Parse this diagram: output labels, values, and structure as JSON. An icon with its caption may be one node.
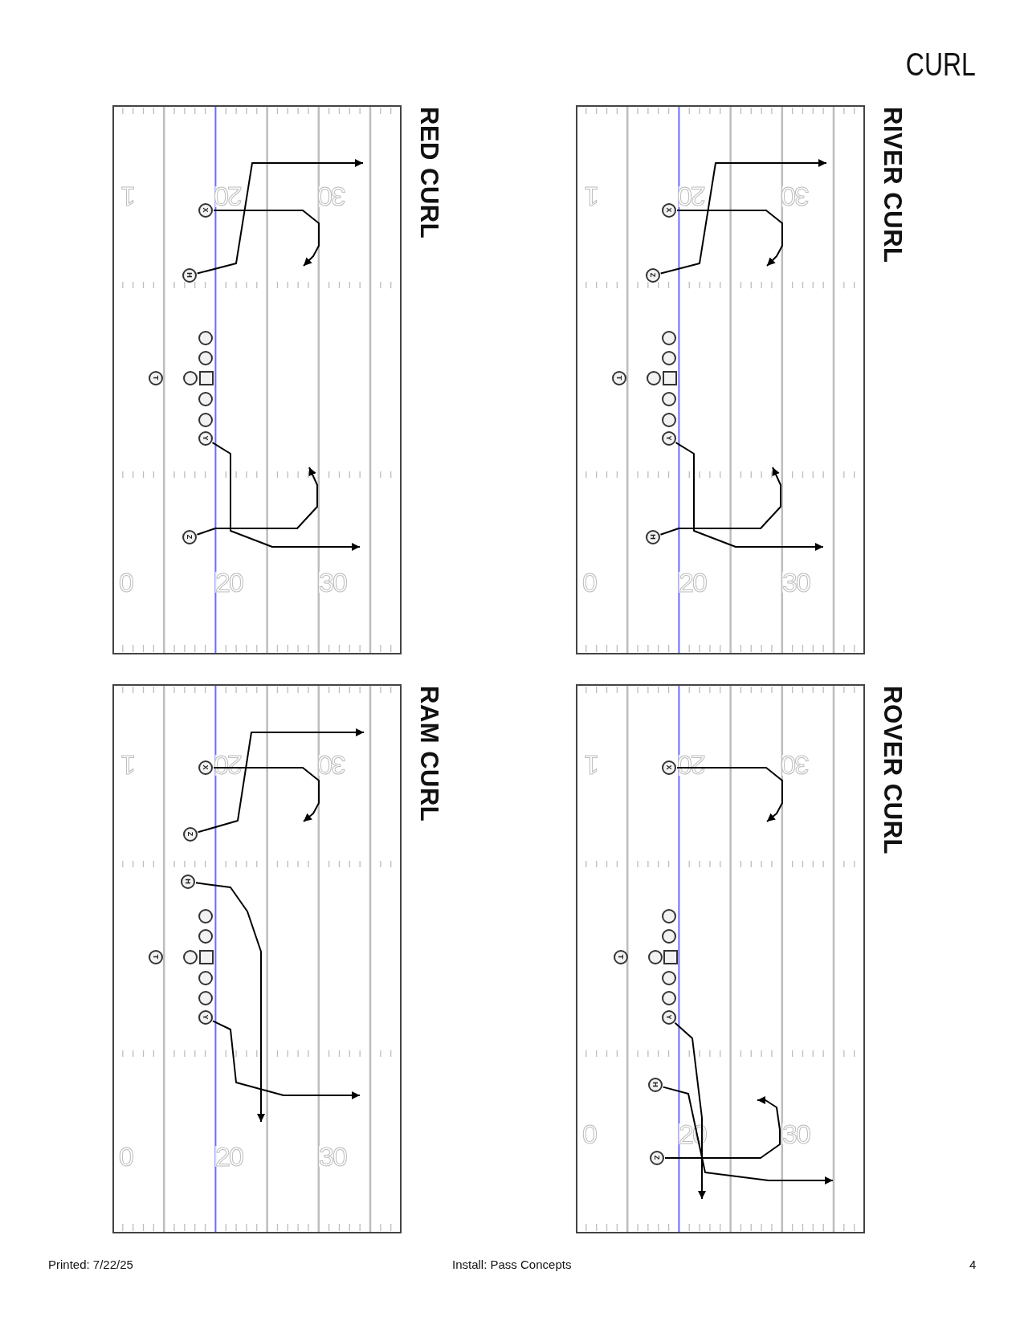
{
  "diagram": {
    "title": "CURL",
    "nodes": [
      {
        "text": [
          "RED CURL"
        ]
      },
      {
        "text": [
          "X"
        ],
        "in": 0
      },
      {
        "text": [
          "H"
        ],
        "in": 0
      },
      {
        "text": [],
        "shape": "circle",
        "in": 0
      },
      {
        "text": [],
        "shape": "circle",
        "in": 0
      },
      {
        "text": [
          "T"
        ],
        "in": 0
      },
      {
        "text": [],
        "shape": "circle",
        "in": 0
      },
      {
        "text": [],
        "shape": "box",
        "in": 0
      },
      {
        "text": [],
        "shape": "circle",
        "in": 0
      },
      {
        "text": [],
        "shape": "circle",
        "in": 0
      },
      {
        "text": [
          "Y"
        ],
        "in": 0
      },
      {
        "text": [
          "Z"
        ],
        "in": 0
      },
      {
        "text": [
          "RIVER CURL"
        ]
      },
      {
        "text": [
          "X"
        ],
        "in": 12
      },
      {
        "text": [
          "Z"
        ],
        "in": 12
      },
      {
        "text": [],
        "shape": "circle",
        "in": 12
      },
      {
        "text": [],
        "shape": "circle",
        "in": 12
      },
      {
        "text": [
          "T"
        ],
        "in": 12
      },
      {
        "text": [],
        "shape": "circle",
        "in": 12
      },
      {
        "text": [],
        "shape": "box",
        "in": 12
      },
      {
        "text": [],
        "shape": "circle",
        "in": 12
      },
      {
        "text": [],
        "shape": "circle",
        "in": 12
      },
      {
        "text": [
          "Y"
        ],
        "in": 12
      },
      {
        "text": [
          "H"
        ],
        "in": 12
      },
      {
        "text": [
          "RAM CURL"
        ]
      },
      {
        "text": [
          "X"
        ],
        "in": 24
      },
      {
        "text": [
          "Z"
        ],
        "in": 24
      },
      {
        "text": [
          "H"
        ],
        "in": 24
      },
      {
        "text": [],
        "shape": "circle",
        "in": 24
      },
      {
        "text": [],
        "shape": "circle",
        "in": 24
      },
      {
        "text": [
          "T"
        ],
        "in": 24
      },
      {
        "text": [],
        "shape": "circle",
        "in": 24
      },
      {
        "text": [],
        "shape": "box",
        "in": 24
      },
      {
        "text": [],
        "shape": "circle",
        "in": 24
      },
      {
        "text": [],
        "shape": "circle",
        "in": 24
      },
      {
        "text": [
          "Y"
        ],
        "in": 24
      },
      {
        "text": [
          "ROVER CURL"
        ]
      },
      {
        "text": [
          "X"
        ],
        "in": 36
      },
      {
        "text": [],
        "shape": "circle",
        "in": 36
      },
      {
        "text": [],
        "shape": "circle",
        "in": 36
      },
      {
        "text": [
          "T"
        ],
        "in": 36
      },
      {
        "text": [],
        "shape": "circle",
        "in": 36
      },
      {
        "text": [],
        "shape": "box",
        "in": 36
      },
      {
        "text": [],
        "shape": "circle",
        "in": 36
      },
      {
        "text": [],
        "shape": "circle",
        "in": 36
      },
      {
        "text": [
          "Y"
        ],
        "in": 36
      },
      {
        "text": [
          "H"
        ],
        "in": 36
      },
      {
        "text": [
          "Z"
        ],
        "in": 36
      }
    ],
    "edges": [
      {
        "from": 2,
        "to": null,
        "arrow": "to"
      },
      {
        "from": 1,
        "to": null,
        "arrow": "to"
      },
      {
        "from": 10,
        "to": null,
        "arrow": "to"
      },
      {
        "from": 11,
        "to": null,
        "arrow": "to"
      },
      {
        "from": 14,
        "to": null,
        "arrow": "to"
      },
      {
        "from": 13,
        "to": null,
        "arrow": "to"
      },
      {
        "from": 22,
        "to": null,
        "arrow": "to"
      },
      {
        "from": 23,
        "to": null,
        "arrow": "to"
      },
      {
        "from": 25,
        "to": null,
        "arrow": "to"
      },
      {
        "from": 26,
        "to": null,
        "arrow": "to"
      },
      {
        "from": 27,
        "to": null,
        "arrow": "to"
      },
      {
        "from": 35,
        "to": null,
        "arrow": "to"
      },
      {
        "from": 37,
        "to": null,
        "arrow": "to"
      },
      {
        "from": 45,
        "to": null,
        "arrow": "to"
      },
      {
        "from": 46,
        "to": null,
        "arrow": "to"
      },
      {
        "from": 47,
        "to": null,
        "arrow": "to"
      }
    ],
    "labels": [
      "1",
      "20",
      "30",
      "0",
      "20",
      "30",
      "1",
      "20",
      "30",
      "0",
      "20",
      "30",
      "1",
      "20",
      "30",
      "0",
      "20",
      "30",
      "1",
      "20",
      "30",
      "0",
      "20",
      "30",
      "Printed: 7/22/25",
      "Install: Pass Concepts",
      "4"
    ]
  }
}
